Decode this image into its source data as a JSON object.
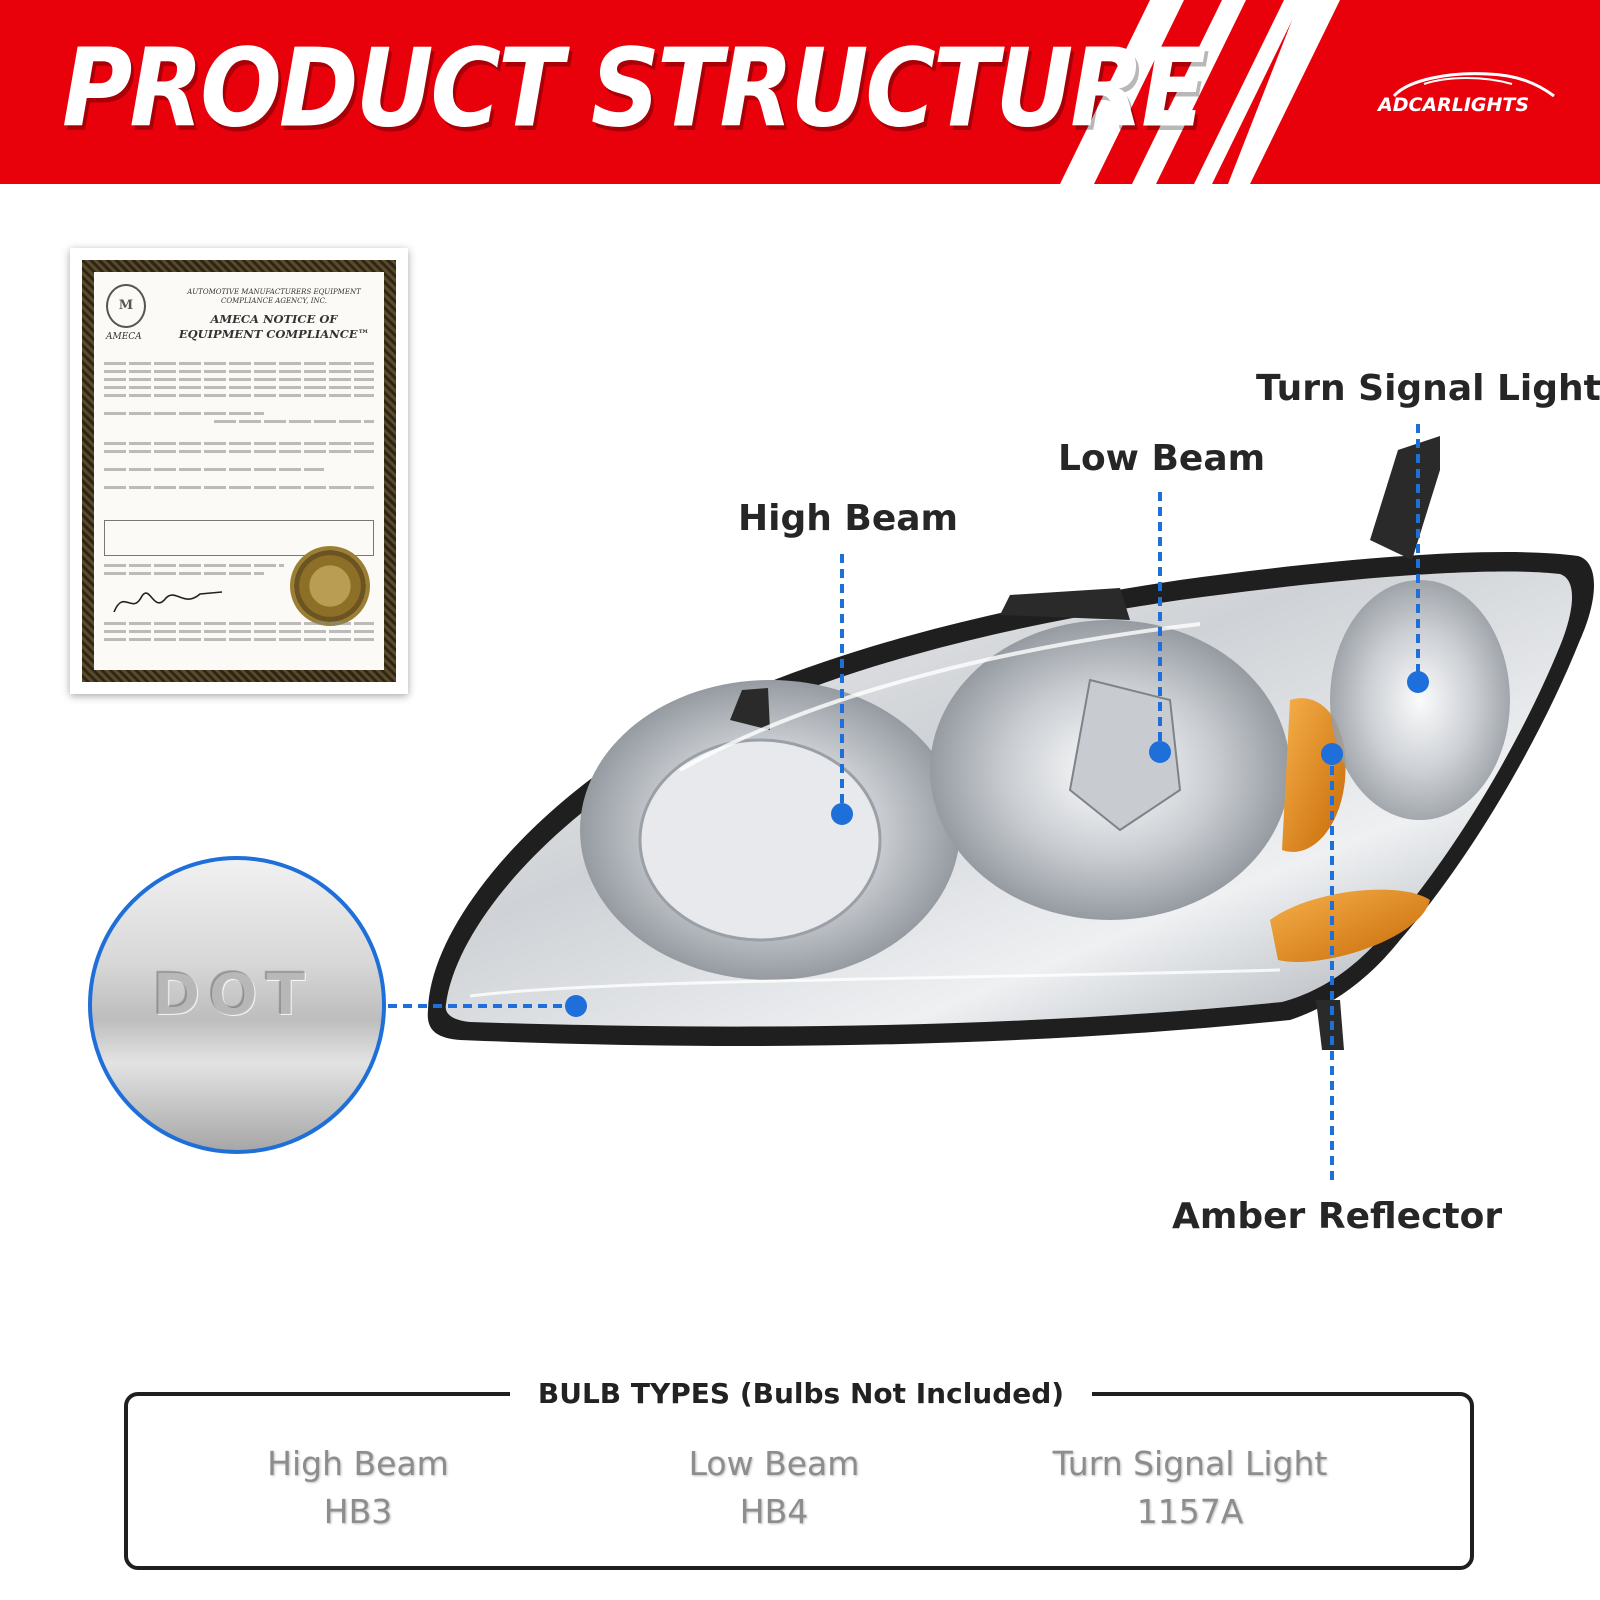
{
  "header": {
    "title": "PRODUCT STRUCTURE",
    "brand": "ADCARLIGHTS"
  },
  "certificate": {
    "agency": "Automotive Manufacturers Equipment Compliance Agency, Inc.",
    "title_line1": "AMECA NOTICE OF",
    "title_line2": "EQUIPMENT COMPLIANCE™",
    "logo_text": "AMECA"
  },
  "callouts": {
    "turn_signal": "Turn Signal Light",
    "low_beam": "Low Beam",
    "high_beam": "High Beam",
    "amber_reflector": "Amber Reflector"
  },
  "zoom": {
    "text": "DOT"
  },
  "bulbs": {
    "title": "BULB TYPES (Bulbs Not Included)",
    "items": [
      {
        "name": "High Beam",
        "type": "HB3"
      },
      {
        "name": "Low Beam",
        "type": "HB4"
      },
      {
        "name": "Turn Signal Light",
        "type": "1157A"
      }
    ]
  },
  "colors": {
    "banner_red": "#e8000b",
    "accent_blue": "#1e6fd9",
    "amber": "#e08a12"
  }
}
